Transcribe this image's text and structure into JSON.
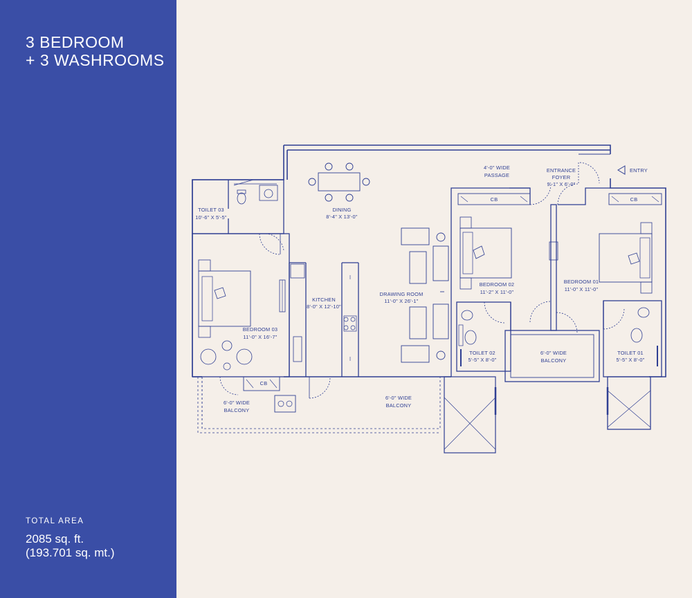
{
  "sidebar": {
    "title_line1": "3 BEDROOM",
    "title_line2": "+ 3 WASHROOMS",
    "total_area_label": "TOTAL AREA",
    "area_sqft": "2085 sq. ft.",
    "area_sqmt": "(193.701 sq. mt.)"
  },
  "colors": {
    "sidebar_bg": "#3a4ea6",
    "page_bg": "#f5efe9",
    "line": "#2f3f93"
  },
  "plan": {
    "entry": "ENTRY",
    "entrance_foyer": {
      "name1": "ENTRANCE",
      "name2": "FOYER",
      "size": "9'-1\" X 6'-0\""
    },
    "passage": {
      "name1": "4'-0\" WIDE",
      "name2": "PASSAGE"
    },
    "dining": {
      "name": "DINING",
      "size": "8'-4\" X 13'-0\""
    },
    "toilet_03": {
      "name": "TOILET 03",
      "size": "10'-6\" X 5'-5\""
    },
    "bedroom_03": {
      "name": "BEDROOM 03",
      "size": "11'-0\" X 16'-7\""
    },
    "kitchen": {
      "name": "KITCHEN",
      "size": "8'-0\" X 12'-10\""
    },
    "drawing_room": {
      "name": "DRAWING ROOM",
      "size": "11'-0\" X 26'-1\""
    },
    "bedroom_02": {
      "name": "BEDROOM 02",
      "size": "11'-2\" X 11'-0\""
    },
    "bedroom_01": {
      "name": "BEDROOM 01",
      "size": "11'-0\" X 11'-0\""
    },
    "toilet_02": {
      "name": "TOILET 02",
      "size": "5'-5\" X 8'-0\""
    },
    "toilet_01": {
      "name": "TOILET 01",
      "size": "5'-5\" X 8'-0\""
    },
    "balcony_center": {
      "name1": "6'-0\" WIDE",
      "name2": "BALCONY"
    },
    "balcony_left": {
      "name1": "6'-0\" WIDE",
      "name2": "BALCONY"
    },
    "balcony_bottom": {
      "name1": "6'-0\" WIDE",
      "name2": "BALCONY"
    },
    "cb": "CB"
  }
}
